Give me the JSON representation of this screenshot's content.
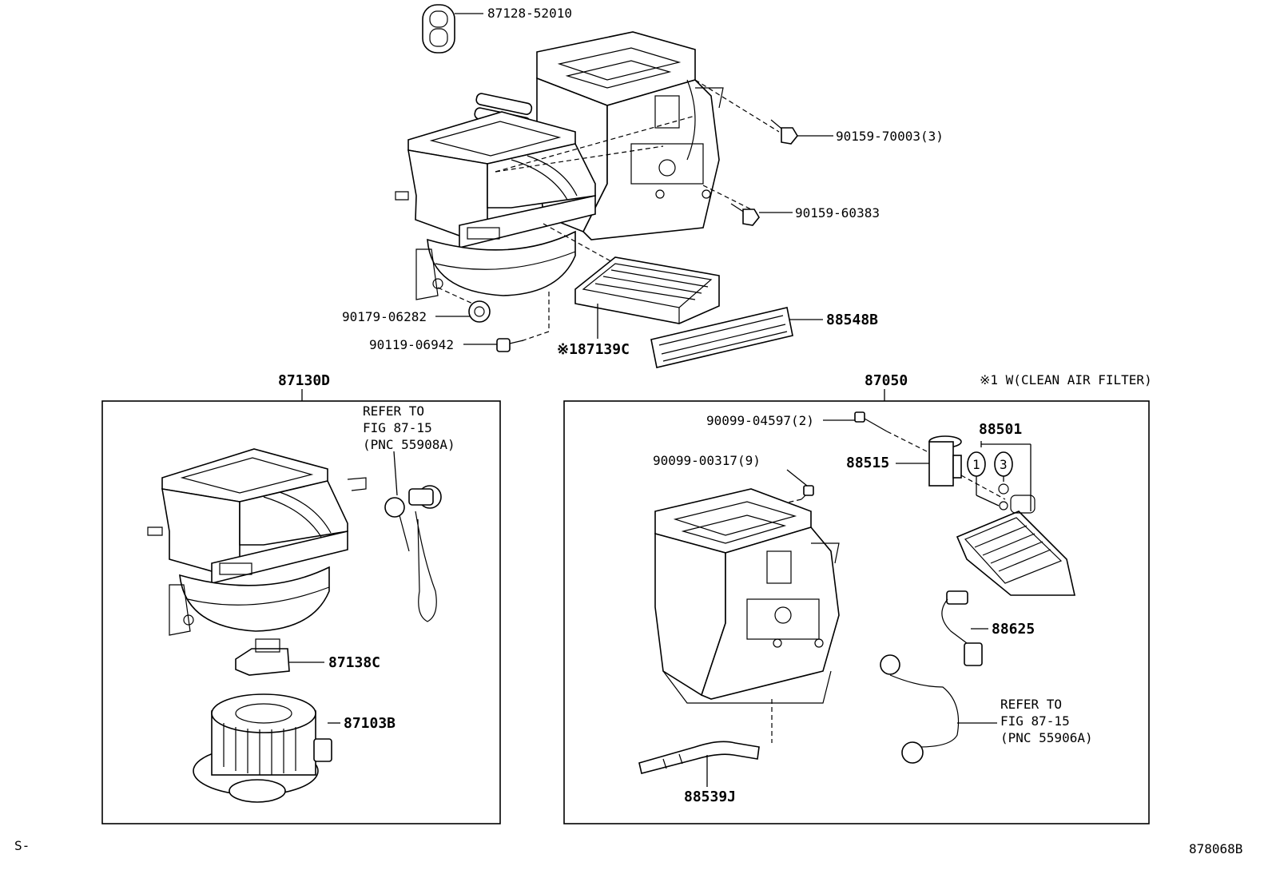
{
  "labels": {
    "p87128": "87128-52010",
    "p90159_70003": "90159-70003(3)",
    "p90159_60383": "90159-60383",
    "p90179": "90179-06282",
    "p90119": "90119-06942",
    "p87139c": "※187139C",
    "p88548b": "88548B",
    "p87130d": "87130D",
    "p87050": "87050",
    "note_clean_air": "※1 W(CLEAN AIR FILTER)",
    "refer_left_1": "REFER TO",
    "refer_left_2": "FIG 87-15",
    "refer_left_3": "(PNC 55908A)",
    "p87138c": "87138C",
    "p87103b": "87103B",
    "p90099_04597": "90099-04597(2)",
    "p90099_00317": "90099-00317(9)",
    "p88515": "88515",
    "p88501": "88501",
    "circle_1": "1",
    "circle_3": "3",
    "p88625": "88625",
    "refer_right_1": "REFER TO",
    "refer_right_2": "FIG 87-15",
    "refer_right_3": "(PNC 55906A)",
    "p88539j": "88539J",
    "footer_left": "S-",
    "footer_right": "878068B"
  }
}
